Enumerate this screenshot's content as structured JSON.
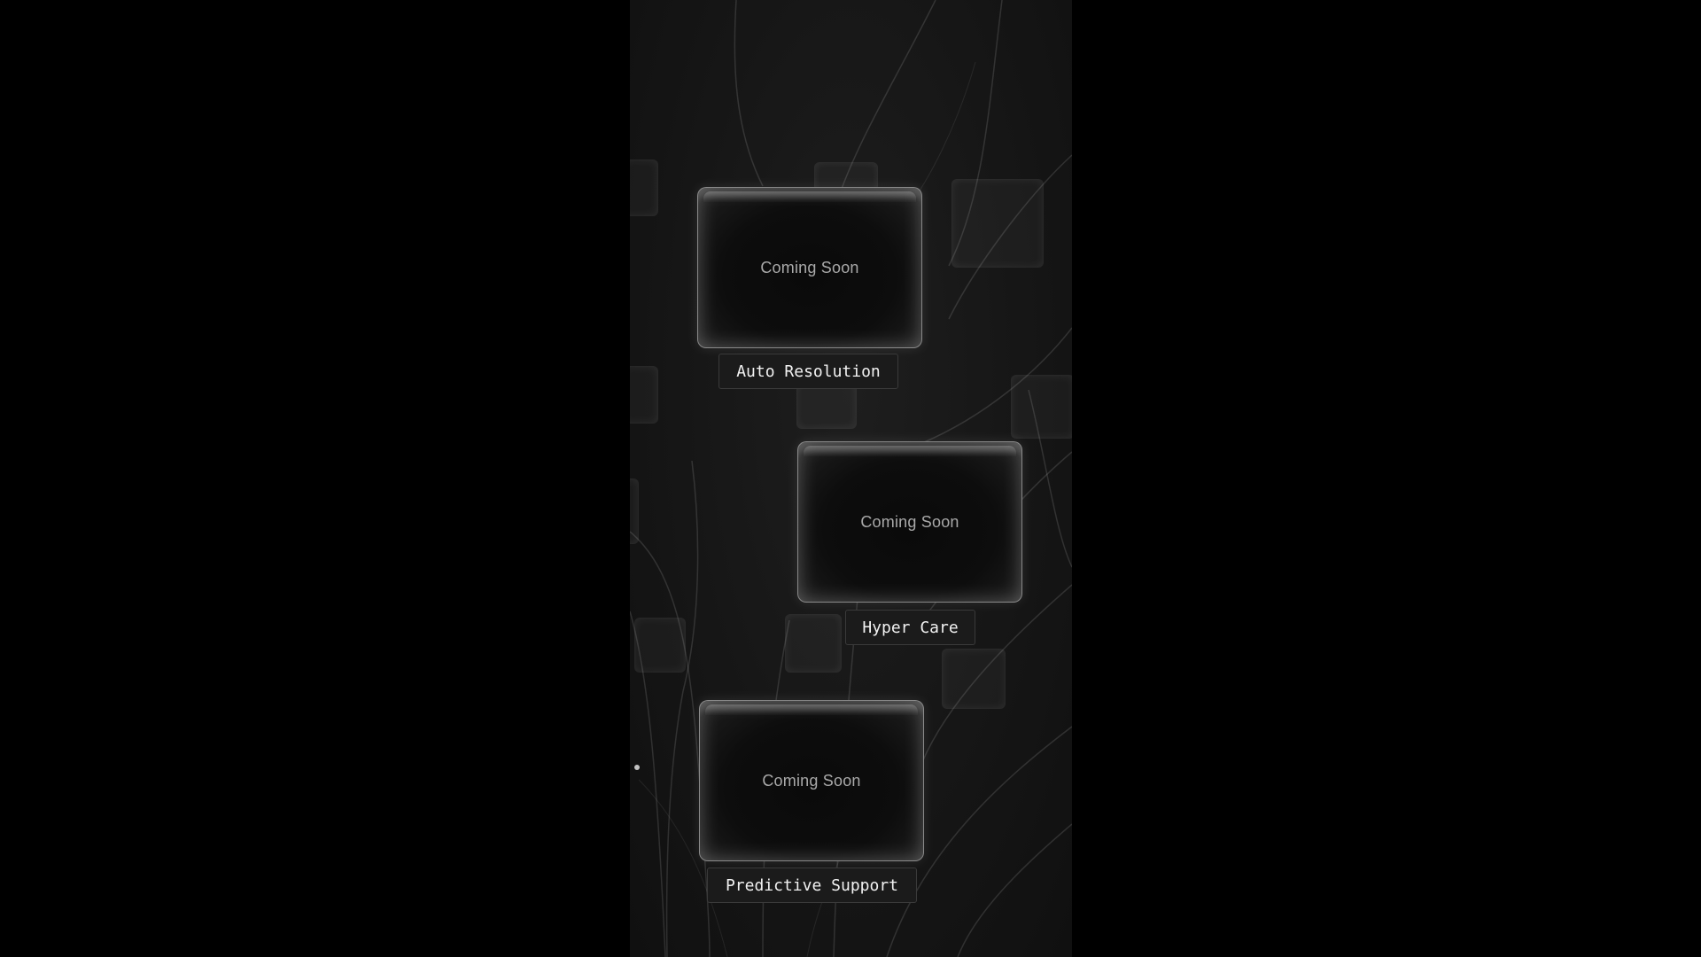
{
  "cards": [
    {
      "status_text": "Coming Soon",
      "label": "Auto Resolution"
    },
    {
      "status_text": "Coming Soon",
      "label": "Hyper Care"
    },
    {
      "status_text": "Coming Soon",
      "label": "Predictive Support"
    }
  ],
  "colors": {
    "outer_background": "#000000",
    "stage_background": "#161616",
    "label_background": "#1b1b1b",
    "label_text": "#f2f2f2",
    "card_text": "#a9a9a9"
  }
}
